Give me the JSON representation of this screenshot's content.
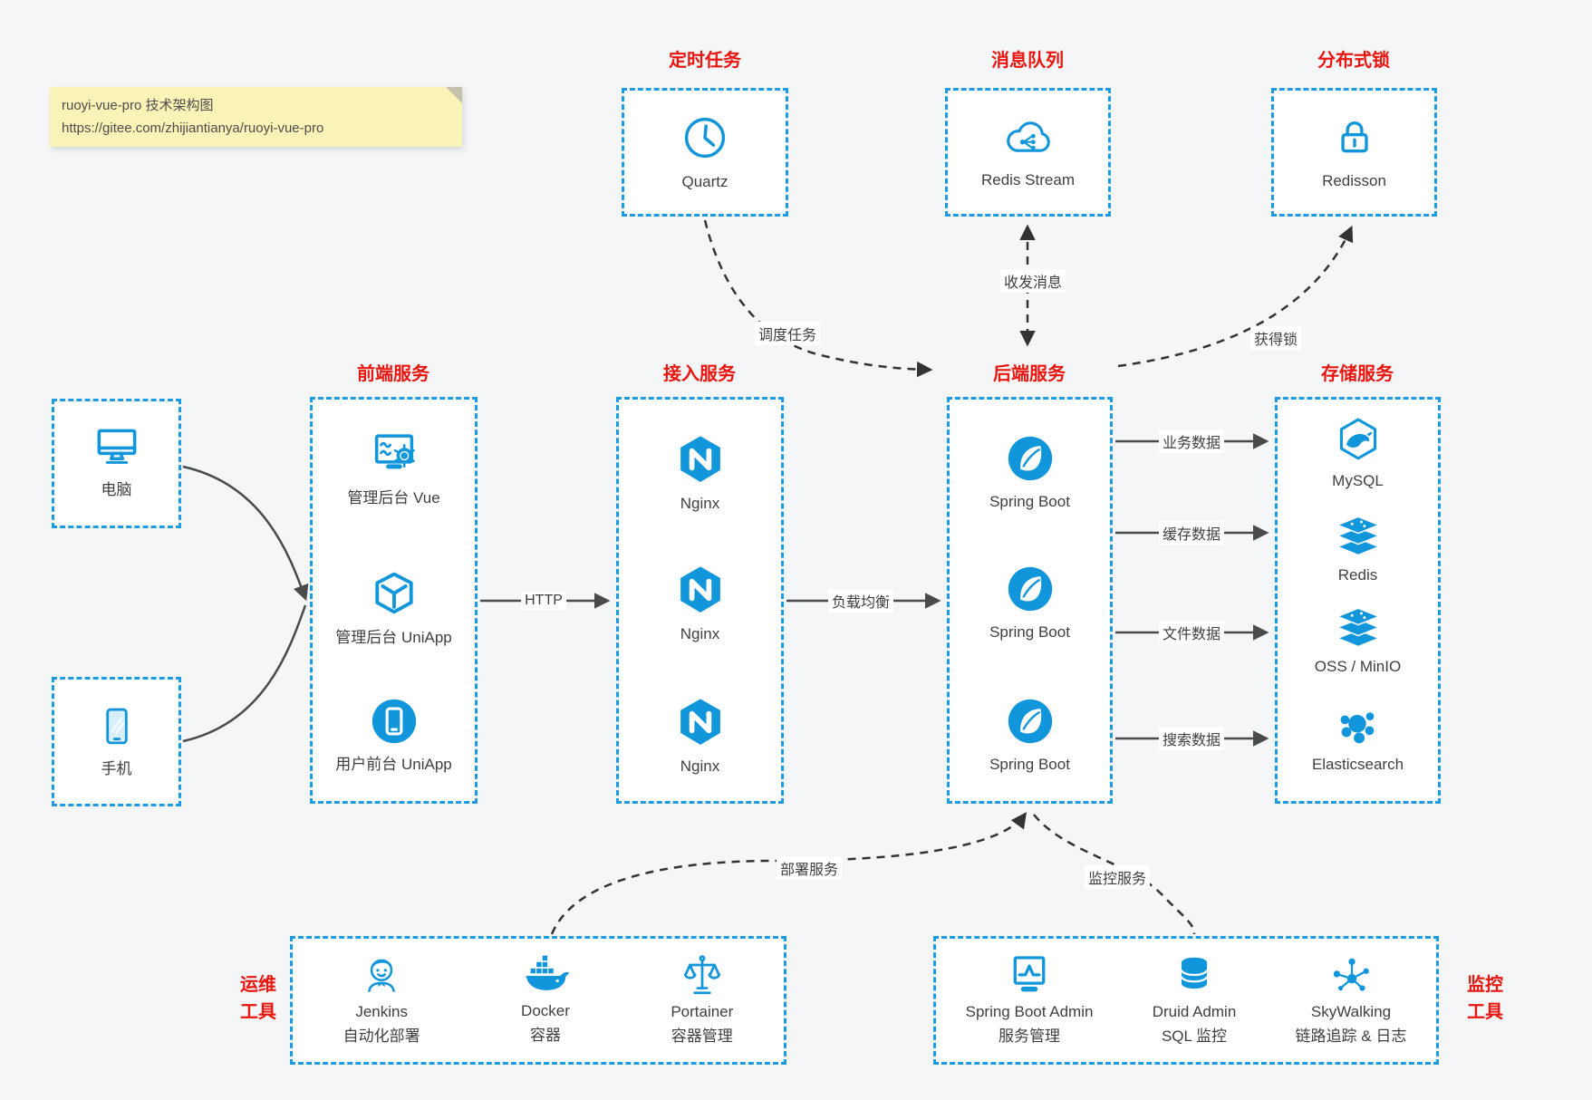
{
  "note": {
    "line1": "ruoyi-vue-pro 技术架构图",
    "line2": "https://gitee.com/zhijiantianya/ruoyi-vue-pro"
  },
  "colors": {
    "accent_blue": "#1296db",
    "border_blue": "#1b9be4",
    "title_red": "#e8160f",
    "arrow_solid": "#4a4a4a",
    "arrow_dashed": "#333333",
    "note_bg": "#faf3b7"
  },
  "top_groups": [
    {
      "title": "定时任务",
      "item": {
        "label": "Quartz",
        "icon": "clock-icon"
      }
    },
    {
      "title": "消息队列",
      "item": {
        "label": "Redis Stream",
        "icon": "cloud-stream-icon"
      }
    },
    {
      "title": "分布式锁",
      "item": {
        "label": "Redisson",
        "icon": "lock-icon"
      }
    }
  ],
  "clients": [
    {
      "label": "电脑",
      "icon": "desktop-icon"
    },
    {
      "label": "手机",
      "icon": "phone-icon"
    }
  ],
  "columns": [
    {
      "title": "前端服务",
      "items": [
        {
          "label": "管理后台 Vue"
        },
        {
          "label": "管理后台 UniApp"
        },
        {
          "label": "用户前台 UniApp"
        }
      ]
    },
    {
      "title": "接入服务",
      "items": [
        {
          "label": "Nginx"
        },
        {
          "label": "Nginx"
        },
        {
          "label": "Nginx"
        }
      ]
    },
    {
      "title": "后端服务",
      "items": [
        {
          "label": "Spring Boot"
        },
        {
          "label": "Spring Boot"
        },
        {
          "label": "Spring Boot"
        }
      ]
    },
    {
      "title": "存储服务",
      "items": [
        {
          "label": "MySQL"
        },
        {
          "label": "Redis"
        },
        {
          "label": "OSS / MinIO"
        },
        {
          "label": "Elasticsearch"
        }
      ]
    }
  ],
  "edges": {
    "http": "HTTP",
    "load_balance": "负载均衡",
    "storage": [
      "业务数据",
      "缓存数据",
      "文件数据",
      "搜索数据"
    ],
    "schedule": "调度任务",
    "message": "收发消息",
    "lock": "获得锁",
    "deploy": "部署服务",
    "monitor": "监控服务"
  },
  "ops": {
    "title_line1": "运维",
    "title_line2": "工具",
    "items": [
      {
        "name": "Jenkins",
        "desc": "自动化部署"
      },
      {
        "name": "Docker",
        "desc": "容器"
      },
      {
        "name": "Portainer",
        "desc": "容器管理"
      }
    ]
  },
  "monitoring": {
    "title_line1": "监控",
    "title_line2": "工具",
    "items": [
      {
        "name": "Spring Boot Admin",
        "desc": "服务管理"
      },
      {
        "name": "Druid Admin",
        "desc": "SQL 监控"
      },
      {
        "name": "SkyWalking",
        "desc": "链路追踪 & 日志"
      }
    ]
  }
}
